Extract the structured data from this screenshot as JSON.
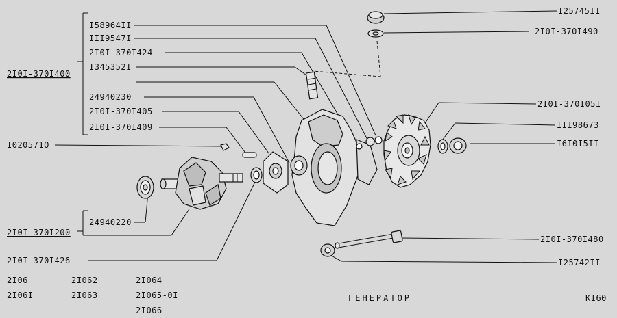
{
  "callouts": {
    "c_1258745": "I25745II",
    "c_2101_3701490": "2I0I-370I490",
    "c_158964": "I58964II",
    "c_1119547": "III9547I",
    "c_2101_3701424": "2I0I-370I424",
    "c_1345352": "I345352I",
    "c_2101_3701400": "2I0I-370I400",
    "c_24940230": "24940230",
    "c_2101_3701405": "2I0I-370I405",
    "c_2101_3701409": "2I0I-370I409",
    "c_2101_3701051": "2I0I-370I05I",
    "c_1119867": "III98673",
    "c_161015": "I6I0I5II",
    "c_1020571": "I020571O",
    "c_24940220": "24940220",
    "c_2101_3701200": "2I0I-370I200",
    "c_2101_3701426": "2I0I-370I426",
    "c_2101_3701480": "2I0I-370I480",
    "c_1257421": "I25742II"
  },
  "models": [
    "2I06",
    "2I06I",
    "2I062",
    "2I063",
    "2I064",
    "2I065-0I",
    "2I066"
  ],
  "title": "ГЕНЕРАТОР",
  "page_code": "KI60"
}
